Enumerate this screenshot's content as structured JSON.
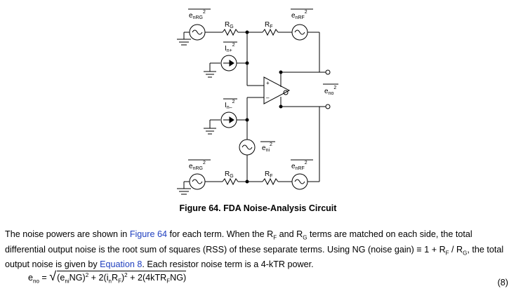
{
  "diagram": {
    "label_enrg": "e",
    "label_enrg_sub": "nRG",
    "label_enrf": "e",
    "label_enrf_sub": "nRF",
    "label_rg": "R",
    "label_rg_sub": "G",
    "label_rf": "R",
    "label_rf_sub": "F",
    "label_inp": "I",
    "label_inp_sub": "n+",
    "label_inm": "I",
    "label_inm_sub": "n–",
    "label_eni": "e",
    "label_eni_sub": "ni",
    "label_eno": "e",
    "label_eno_sub": "no",
    "sq": "2",
    "plus": "+",
    "minus": "–"
  },
  "caption": "Figure 64.  FDA Noise-Analysis Circuit",
  "paragraph": {
    "p1": "The noise powers are shown in ",
    "link1": "Figure 64",
    "p2": " for each term. When the R",
    "s1": "F",
    "p3": " and R",
    "s2": "G",
    "p4": " terms are matched on each side, the total differential output noise is the root sum of squares (RSS) of these separate terms. Using NG (noise gain) ≡ 1 + R",
    "s3": "F",
    "p5": " / R",
    "s4": "G",
    "p6": ", the total output noise is given by ",
    "link2": "Equation 8",
    "p7": ". Each resistor noise term is a 4-kTR power."
  },
  "equation": {
    "lhs": "e",
    "lhs_sub": "no",
    "eq": " = ",
    "t1a": "(e",
    "t1s": "ni",
    "t1b": "NG)",
    "sq": "2",
    "t2a": " + 2(i",
    "t2s": "n",
    "t2b": "R",
    "t2s2": "F",
    "t2c": ")",
    "t3a": " + 2(4kTR",
    "t3s": "F",
    "t3b": "NG)",
    "number": "(8)"
  }
}
